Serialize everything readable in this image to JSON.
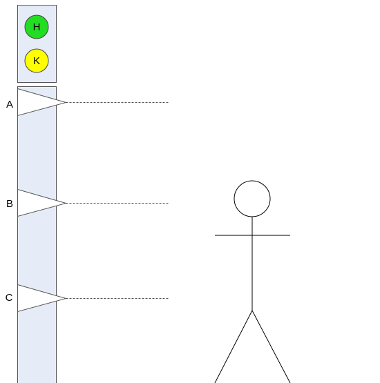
{
  "signal_head": {
    "lights": [
      {
        "letter": "H",
        "color": "#22dd22"
      },
      {
        "letter": "K",
        "color": "#ffff00"
      }
    ]
  },
  "track": {
    "fill": "#e6ecf7",
    "positions": [
      {
        "label": "A"
      },
      {
        "label": "B"
      },
      {
        "label": "C"
      }
    ]
  }
}
